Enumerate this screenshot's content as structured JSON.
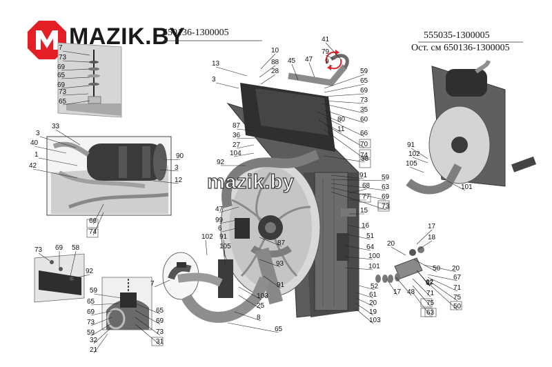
{
  "brand": {
    "name": "MAZIK.BY",
    "watermark": "mazik.by",
    "color": "#e31e24"
  },
  "header": {
    "left_part": "650136-1300005",
    "right_part": "555035-1300005",
    "right_note": "Ост. см 650136-1300005"
  },
  "callouts": [
    "7",
    "73",
    "69",
    "65",
    "69",
    "73",
    "65",
    "13",
    "10",
    "88",
    "28",
    "45",
    "47",
    "41",
    "79",
    "9",
    "59",
    "65",
    "69",
    "73",
    "35",
    "60",
    "66",
    "70",
    "74",
    "3",
    "80",
    "11",
    "87",
    "36",
    "27",
    "104",
    "92",
    "38",
    "33",
    "3",
    "40",
    "1",
    "42",
    "90",
    "3",
    "12",
    "66",
    "74",
    "91",
    "59",
    "63",
    "69",
    "73",
    "68",
    "77",
    "47",
    "99",
    "6",
    "15",
    "16",
    "51",
    "64",
    "100",
    "101",
    "87",
    "93",
    "102",
    "91",
    "105",
    "91",
    "103",
    "25",
    "8",
    "65",
    "73",
    "69",
    "58",
    "92",
    "7",
    "59",
    "65",
    "69",
    "73",
    "59",
    "65",
    "69",
    "73",
    "31",
    "32",
    "21",
    "20",
    "17",
    "18",
    "50",
    "20",
    "62",
    "67",
    "71",
    "75",
    "63",
    "67",
    "71",
    "75",
    "50",
    "17",
    "48",
    "52",
    "61",
    "20",
    "19",
    "103",
    "91",
    "102",
    "105",
    "101"
  ],
  "boxed_callouts": [
    "74",
    "66",
    "70",
    "74",
    "74",
    "77",
    "73",
    "73",
    "73",
    "73",
    "75",
    "75",
    "73"
  ]
}
